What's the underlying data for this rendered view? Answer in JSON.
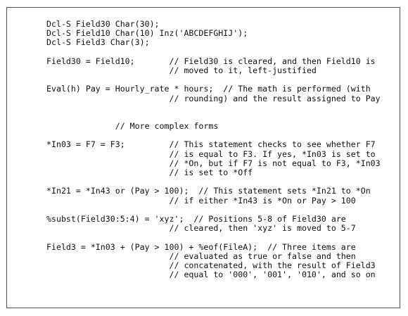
{
  "code_lines": [
    "Dcl-S Field30 Char(30);",
    "Dcl-S Field10 Char(10) Inz('ABCDEFGHIJ');",
    "Dcl-S Field3 Char(3);",
    "",
    "Field30 = Field10;       // Field30 is cleared, and then Field10 is",
    "                         // moved to it, left-justified",
    "",
    "Eval(h) Pay = Hourly_rate * hours;  // The math is performed (with",
    "                         // rounding) and the result assigned to Pay",
    "",
    "",
    "              // More complex forms",
    "",
    "*In03 = F7 = F3;         // This statement checks to see whether F7",
    "                         // is equal to F3. If yes, *In03 is set to",
    "                         // *On, but if F7 is not equal to F3, *In03",
    "                         // is set to *Off",
    "",
    "*In21 = *In43 or (Pay > 100);  // This statement sets *In21 to *On",
    "                         // if either *In43 is *On or Pay > 100",
    "",
    "%subst(Field30:5:4) = 'xyz';  // Positions 5-8 of Field30 are",
    "                         // cleared, then 'xyz' is moved to 5-7",
    "",
    "Field3 = *In03 + (Pay > 100) + %eof(FileA);  // Three items are",
    "                         // evaluated as true or false and then",
    "                         // concatenated, with the result of Field3",
    "                         // equal to '000', '001', '010', and so on"
  ]
}
